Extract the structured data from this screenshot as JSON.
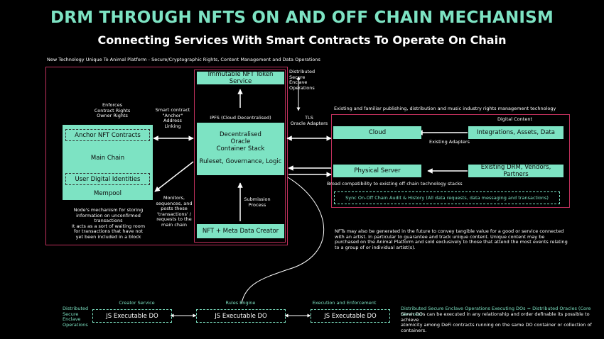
{
  "title": "DRM THROUGH NFTS ON AND OFF CHAIN MECHANISM",
  "subtitle": "Connecting Services With Smart Contracts To Operate On Chain",
  "platform_note": "New Technology Unique To Animal Platform - Secure/Cryptographic Rights, Content Management and Data Operations",
  "left": {
    "enforces": "Enforces\nContract Rights\nOwner Rights",
    "anchor_nft": "Anchor NFT Contracts",
    "main_chain": "Main Chain",
    "user_identities": "User Digital Identities",
    "mempool": "Mempool",
    "mempool_note": "Node's mechanism for storing\ninformation on unconfirmed\ntransactions\nIt acts as a sort of waiting room\nfor transactions that have not\nyet been included in a block"
  },
  "middle": {
    "smart_contract": "Smart contract\n\"Anchor\"\nAddress\nLinking",
    "monitors": "Monitors,\nsequences, and\nposts these\n'transactions' /\nrequests to the\nmain chain",
    "immutable": "Immutable NFT Token Service",
    "distributed_top": "Distributed\nSecure\nEnclave\nOperations",
    "ipfs": "IPFS (Cloud Decentralised)",
    "oracle": "Decentralised\nOracle\nContainer Stack",
    "ruleset": "Ruleset, Governance, Logic",
    "submission": "Submission\nProcess",
    "creator": "NFT + Meta Data Creator"
  },
  "right": {
    "existing_tech": "Existing and familiar publishing, distribution and music industry rights management technology",
    "tls": "TLS\nOracle Adapters",
    "digital_content": "Digital Content",
    "cloud": "Cloud",
    "integrations": "Integrations, Assets, Data",
    "existing_adapters": "Existing Adapters",
    "physical_server": "Physical Server",
    "existing_drm": "Existing DRM, Vendors, Partners",
    "broad_compat": "Broad compatibility to existing off chain technology stacks",
    "sync": "Sync On-Off Chain Audit & History (All data requests, data messaging and transactions)"
  },
  "nft_note": "NFTs may also be generated in the future to convey tangible value for a good or service connected\nwith an artist. In particular to guarantee and track unique content. Unique content may be\npurchased on the Animal Platform and sold exclusively to those that attend the most events relating\nto a group of or individual artist(s).",
  "bottom": {
    "distributed": "Distributed\nSecure\nEnclave\nOperations",
    "creator_service": "Creator Service",
    "rules_engine": "Rules Engine",
    "execution": "Execution and Enforcement",
    "do1": "JS Executable DO",
    "do2": "JS Executable DO",
    "do3": "JS Executable DO",
    "note_title": "Distributed Secure Enclave Operations Executing DOs = Distributed Oracles (Core Services)",
    "note_body": "Given DOs can be executed in any relationship and order definable its possible to achieve\natomicity among DeFi contracts running on the same DO container or collection of\ncontainers."
  },
  "colors": {
    "accent": "#7de3c3",
    "frame": "#c0305c",
    "background": "#000000"
  }
}
